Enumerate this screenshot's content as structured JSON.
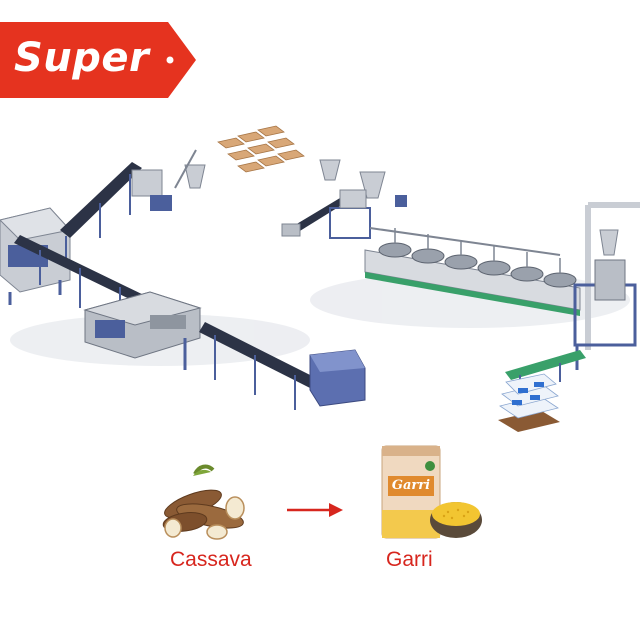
{
  "badge": {
    "text": "Super",
    "color": "#e5331f"
  },
  "products": {
    "input": {
      "label": "Cassava",
      "icon": "cassava-roots-icon"
    },
    "arrow": {
      "icon": "arrow-right-icon",
      "color": "#d7261e"
    },
    "output": {
      "label": "Garri",
      "icon": "garri-bag-icon",
      "bag_text": "Garri"
    }
  },
  "colors": {
    "accent": "#e5331f",
    "machine_blue": "#4b5f9c",
    "machine_gray": "#b9bec6",
    "belt": "#2c3346",
    "conveyor_green": "#39a06a"
  }
}
